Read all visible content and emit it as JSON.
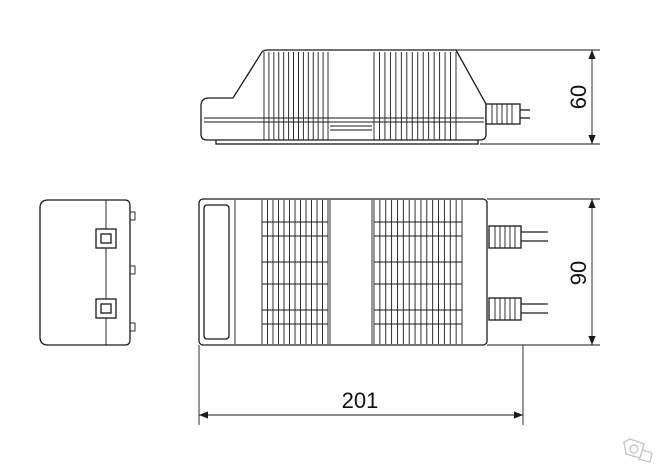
{
  "dimensions": {
    "height": "60",
    "width": "90",
    "length": "201"
  },
  "watermark": {
    "icon": "camera-icon"
  }
}
